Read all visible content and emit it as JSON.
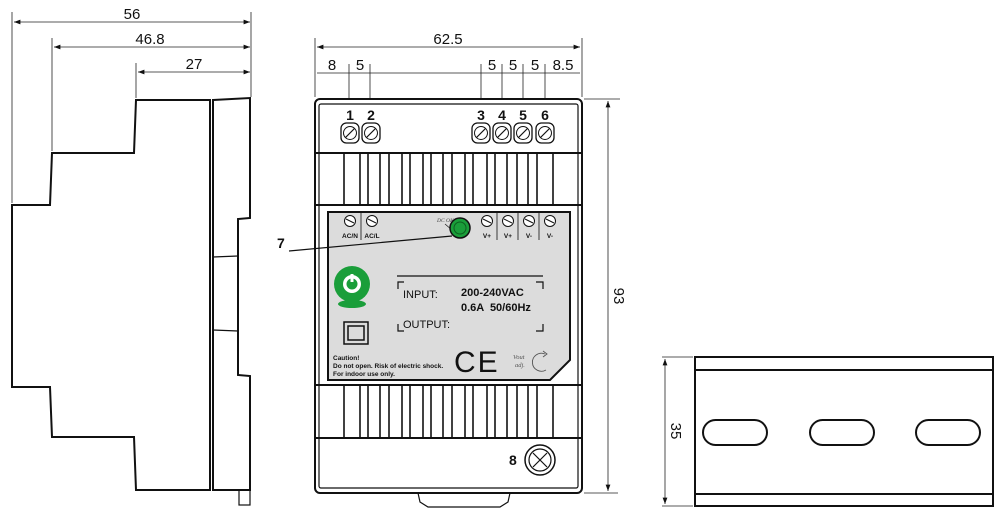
{
  "side_view": {
    "dims": {
      "total_depth": "56",
      "mid_depth": "46.8",
      "front_depth": "27"
    }
  },
  "front_view": {
    "dims": {
      "width": "62.5",
      "left_margin": "8",
      "pitch_1_2": "5",
      "pitch_3_4": "5",
      "pitch_4_5": "5",
      "pitch_5_6": "5",
      "right_margin": "8.5",
      "height": "93"
    },
    "terminal_numbers": [
      "1",
      "2",
      "3",
      "4",
      "5",
      "6"
    ],
    "callouts": {
      "led": "7",
      "screw": "8"
    },
    "label": {
      "terminals": [
        "AC/N",
        "AC/L",
        "V+",
        "V+",
        "V-",
        "V-"
      ],
      "led_label": "DC OK",
      "input_label": "INPUT:",
      "input_voltage": "200-240VAC",
      "input_current": "0.6A  50/60Hz",
      "output_label": "OUTPUT:",
      "caution": [
        "Caution!",
        "Do not open. Risk of electric shock.",
        "For indoor use only."
      ],
      "ce_mark": "CE",
      "vout_adj": [
        "Vout",
        "adj."
      ],
      "led_color": "#1a9e3a"
    }
  },
  "din_rail": {
    "dims": {
      "height": "35"
    }
  }
}
